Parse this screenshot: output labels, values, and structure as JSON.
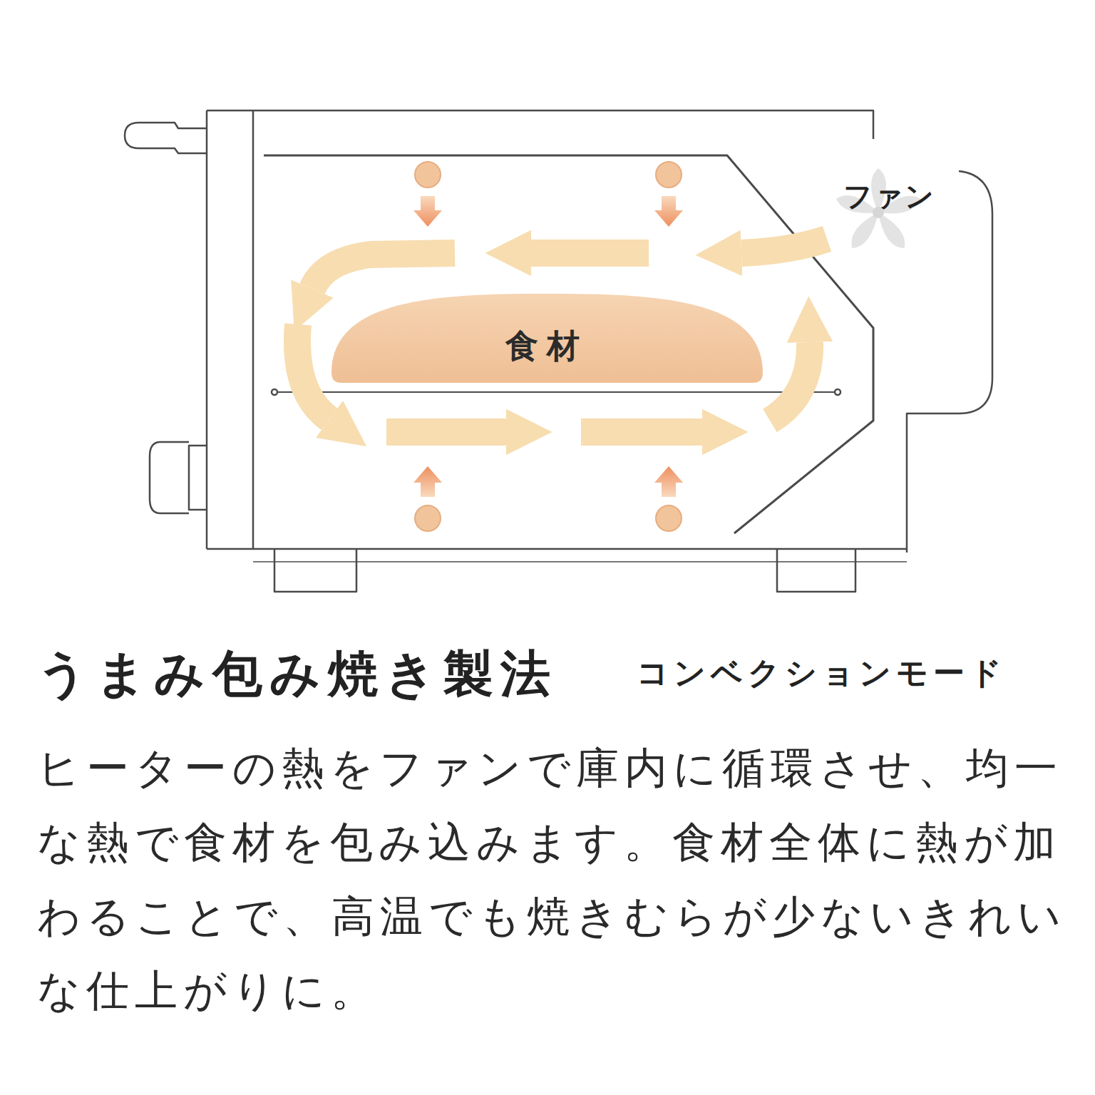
{
  "diagram": {
    "title": "うまみ包み焼き製法",
    "caption": "ヒーターの熱をファンで庫内に循環させ、均一な熱で食材を包み込みます。食材全体に熱が加わることで、高温でも焼きむらが少ないきれいな仕上がりに。",
    "nodes": [
      {
        "text": [
          "食材"
        ]
      }
    ],
    "labels": [
      "ファン",
      "コンベクションモード"
    ]
  }
}
